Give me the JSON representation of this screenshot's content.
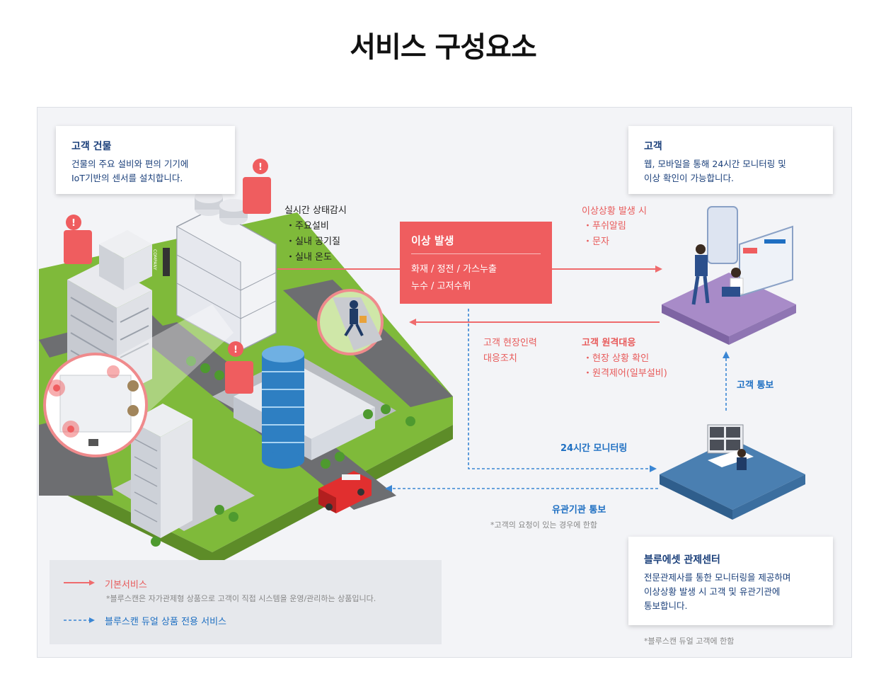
{
  "title": "서비스 구성요소",
  "customer_building": {
    "heading": "고객 건물",
    "line1": "건물의 주요 설비와 편의 기기에",
    "line2": "IoT기반의 센서를 설치합니다."
  },
  "customer": {
    "heading": "고객",
    "line1": "웹, 모바일을 통해 24시간 모니터링 및",
    "line2": "이상 확인이 가능합니다."
  },
  "realtime": {
    "heading": "실시간 상태감시",
    "items": [
      "・주요설비",
      "・실내 공기질",
      "・실내 온도"
    ]
  },
  "alert": {
    "heading": "이상 발생",
    "line1": "화재 / 정전 / 가스누출",
    "line2": "누수 / 고저수위"
  },
  "notify": {
    "heading": "이상상황 발생 시",
    "items": [
      "・푸쉬알림",
      "・문자"
    ]
  },
  "onsite": {
    "line1": "고객 현장인력",
    "line2": "대응조치"
  },
  "remote": {
    "heading": "고객 원격대응",
    "items": [
      "・현장 상황 확인",
      "・원격제어(일부설비)"
    ]
  },
  "customer_notify": "고객 통보",
  "monitoring_24h": "24시간 모니터링",
  "agency_notify": "유관기관 통보",
  "agency_note": "*고객의 요청이 있는 경우에 한함",
  "center": {
    "heading": "블루에셋 관제센터",
    "line1": "전문관제사를 통한 모니터링을 제공하며",
    "line2": "이상상황 발생 시 고객 및 유관기관에",
    "line3": "통보합니다."
  },
  "center_note": "*블루스캔 듀얼 고객에 한함",
  "legend": {
    "basic_label": "기본서비스",
    "basic_note": "*블루스캔은 자가관제형 상품으로 고객이 직접 시스템을 운영/관리하는 상품입니다.",
    "dual_label": "블루스캔 듀얼 상품 전용 서비스"
  },
  "building_sign": "COMPANY",
  "colors": {
    "red": "#ef5d5f",
    "blue": "#1e6fc2",
    "navy": "#1a3f7a",
    "grass": "#8dc63f",
    "road": "#6d6e71"
  }
}
